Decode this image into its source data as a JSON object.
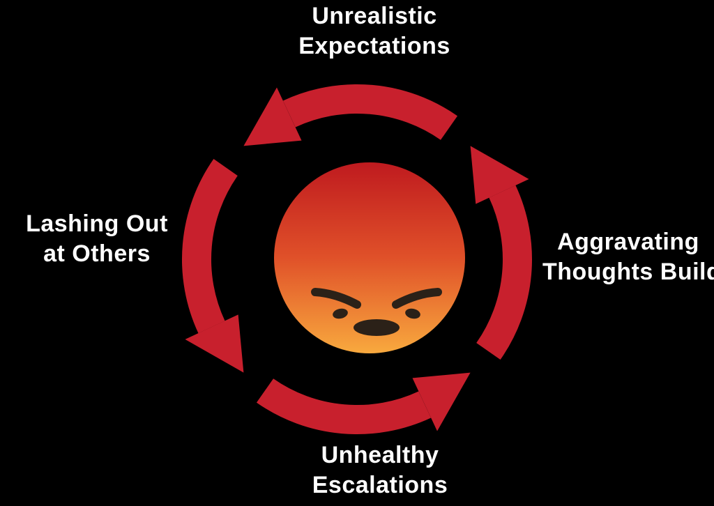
{
  "diagram": {
    "type": "cycle",
    "direction": "counterclockwise",
    "center": {
      "icon": "angry-face-emoji"
    },
    "labels": {
      "top": {
        "line1": "Unrealistic",
        "line2": "Expectations"
      },
      "right": {
        "line1": "Aggravating",
        "line2": "Thoughts Build"
      },
      "bottom": {
        "line1": "Unhealthy",
        "line2": "Escalations"
      },
      "left": {
        "line1": "Lashing Out",
        "line2": "at Others"
      }
    },
    "colors": {
      "background": "#000000",
      "text": "#FFFFFF",
      "arrow": "#C8202D",
      "face_top": "#BF1A1F",
      "face_mid": "#E05129",
      "face_bottom": "#F8A93E",
      "face_features": "#2B2118"
    }
  }
}
